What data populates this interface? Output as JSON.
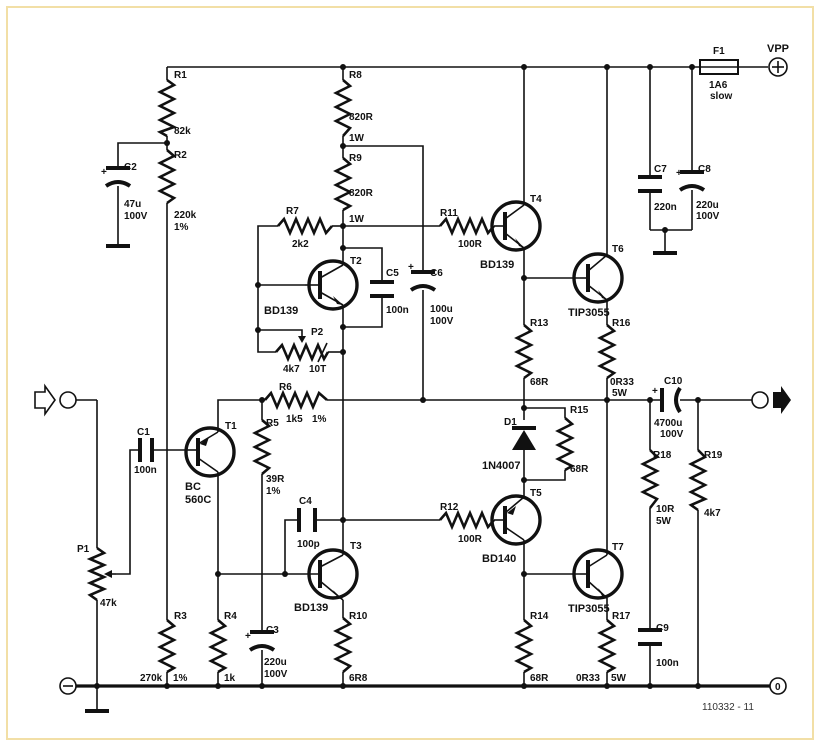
{
  "components": {
    "R1": {
      "ref": "R1",
      "value": "82k"
    },
    "R2": {
      "ref": "R2",
      "value": "220k",
      "value2": "1%"
    },
    "R3": {
      "ref": "R3",
      "value": "270k",
      "value2": "1%"
    },
    "R4": {
      "ref": "R4",
      "value": "1k"
    },
    "R5": {
      "ref": "R5",
      "value": "39R",
      "value2": "1%"
    },
    "R6": {
      "ref": "R6",
      "value": "1k5",
      "value2": "1%"
    },
    "R7": {
      "ref": "R7",
      "value": "2k2"
    },
    "R8": {
      "ref": "R8",
      "value": "820R",
      "value2": "1W"
    },
    "R9": {
      "ref": "R9",
      "value": "820R",
      "value2": "1W"
    },
    "R10": {
      "ref": "R10",
      "value": "6R8"
    },
    "R11": {
      "ref": "R11",
      "value": "100R"
    },
    "R12": {
      "ref": "R12",
      "value": "100R"
    },
    "R13": {
      "ref": "R13",
      "value": "68R"
    },
    "R14": {
      "ref": "R14",
      "value": "68R"
    },
    "R15": {
      "ref": "R15",
      "value": "68R"
    },
    "R16": {
      "ref": "R16",
      "value": "0R33",
      "value2": "5W"
    },
    "R17": {
      "ref": "R17",
      "value": "0R33",
      "value2": "5W"
    },
    "R18": {
      "ref": "R18",
      "value": "10R",
      "value2": "5W"
    },
    "R19": {
      "ref": "R19",
      "value": "4k7"
    },
    "P1": {
      "ref": "P1",
      "value": "47k"
    },
    "P2": {
      "ref": "P2",
      "value": "4k7",
      "value2": "10T"
    },
    "C1": {
      "ref": "C1",
      "value": "100n"
    },
    "C2": {
      "ref": "C2",
      "value": "47u",
      "value2": "100V"
    },
    "C3": {
      "ref": "C3",
      "value": "220u",
      "value2": "100V"
    },
    "C4": {
      "ref": "C4",
      "value": "100p"
    },
    "C5": {
      "ref": "C5",
      "value": "100n"
    },
    "C6": {
      "ref": "C6",
      "value": "100u",
      "value2": "100V"
    },
    "C7": {
      "ref": "C7",
      "value": "220n"
    },
    "C8": {
      "ref": "C8",
      "value": "220u",
      "value2": "100V"
    },
    "C9": {
      "ref": "C9",
      "value": "100n"
    },
    "C10": {
      "ref": "C10",
      "value": "4700u",
      "value2": "100V"
    },
    "T1": {
      "ref": "T1",
      "value": "BC",
      "value2": "560C"
    },
    "T2": {
      "ref": "T2",
      "value": "BD139"
    },
    "T3": {
      "ref": "T3",
      "value": "BD139"
    },
    "T4": {
      "ref": "T4",
      "value": "BD139"
    },
    "T5": {
      "ref": "T5",
      "value": "BD140"
    },
    "T6": {
      "ref": "T6",
      "value": "TIP3055"
    },
    "T7": {
      "ref": "T7",
      "value": "TIP3055"
    },
    "D1": {
      "ref": "D1",
      "value": "1N4007"
    },
    "F1": {
      "ref": "F1",
      "value": "1A6",
      "value2": "slow"
    }
  },
  "terminals": {
    "vpp": "VPP",
    "zero": "0"
  },
  "figure_code": "110332 - 11"
}
